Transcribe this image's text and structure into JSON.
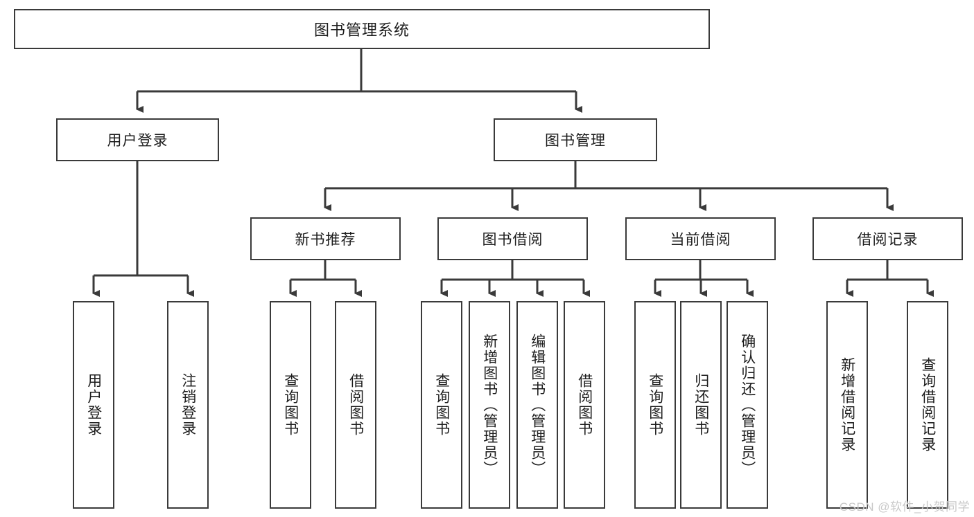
{
  "diagram": {
    "title": "图书管理系统",
    "type": "tree-hierarchy",
    "orientation": "top-down",
    "line_color": "#3a3a3a",
    "box_fill": "#ffffff",
    "text_color": "#1d1d1d"
  },
  "root": {
    "label": "图书管理系统"
  },
  "level2": [
    {
      "label": "用户登录"
    },
    {
      "label": "图书管理"
    }
  ],
  "level3": [
    {
      "label": "新书推荐"
    },
    {
      "label": "图书借阅"
    },
    {
      "label": "当前借阅"
    },
    {
      "label": "借阅记录"
    }
  ],
  "leaves": {
    "user_login": [
      {
        "label": "用户登录"
      },
      {
        "label": "注销登录"
      }
    ],
    "new_book_recommend": [
      {
        "label": "查询图书"
      },
      {
        "label": "借阅图书"
      }
    ],
    "book_borrow": [
      {
        "label": "查询图书"
      },
      {
        "label": "新增图书（管理员）"
      },
      {
        "label": "编辑图书（管理员）"
      },
      {
        "label": "借阅图书"
      }
    ],
    "current_borrow": [
      {
        "label": "查询图书"
      },
      {
        "label": "归还图书"
      },
      {
        "label": "确认归还（管理员）"
      }
    ],
    "borrow_record": [
      {
        "label": "新增借阅记录"
      },
      {
        "label": "查询借阅记录"
      }
    ]
  },
  "watermark": {
    "text": "CSDN @软件_小贺同学"
  }
}
